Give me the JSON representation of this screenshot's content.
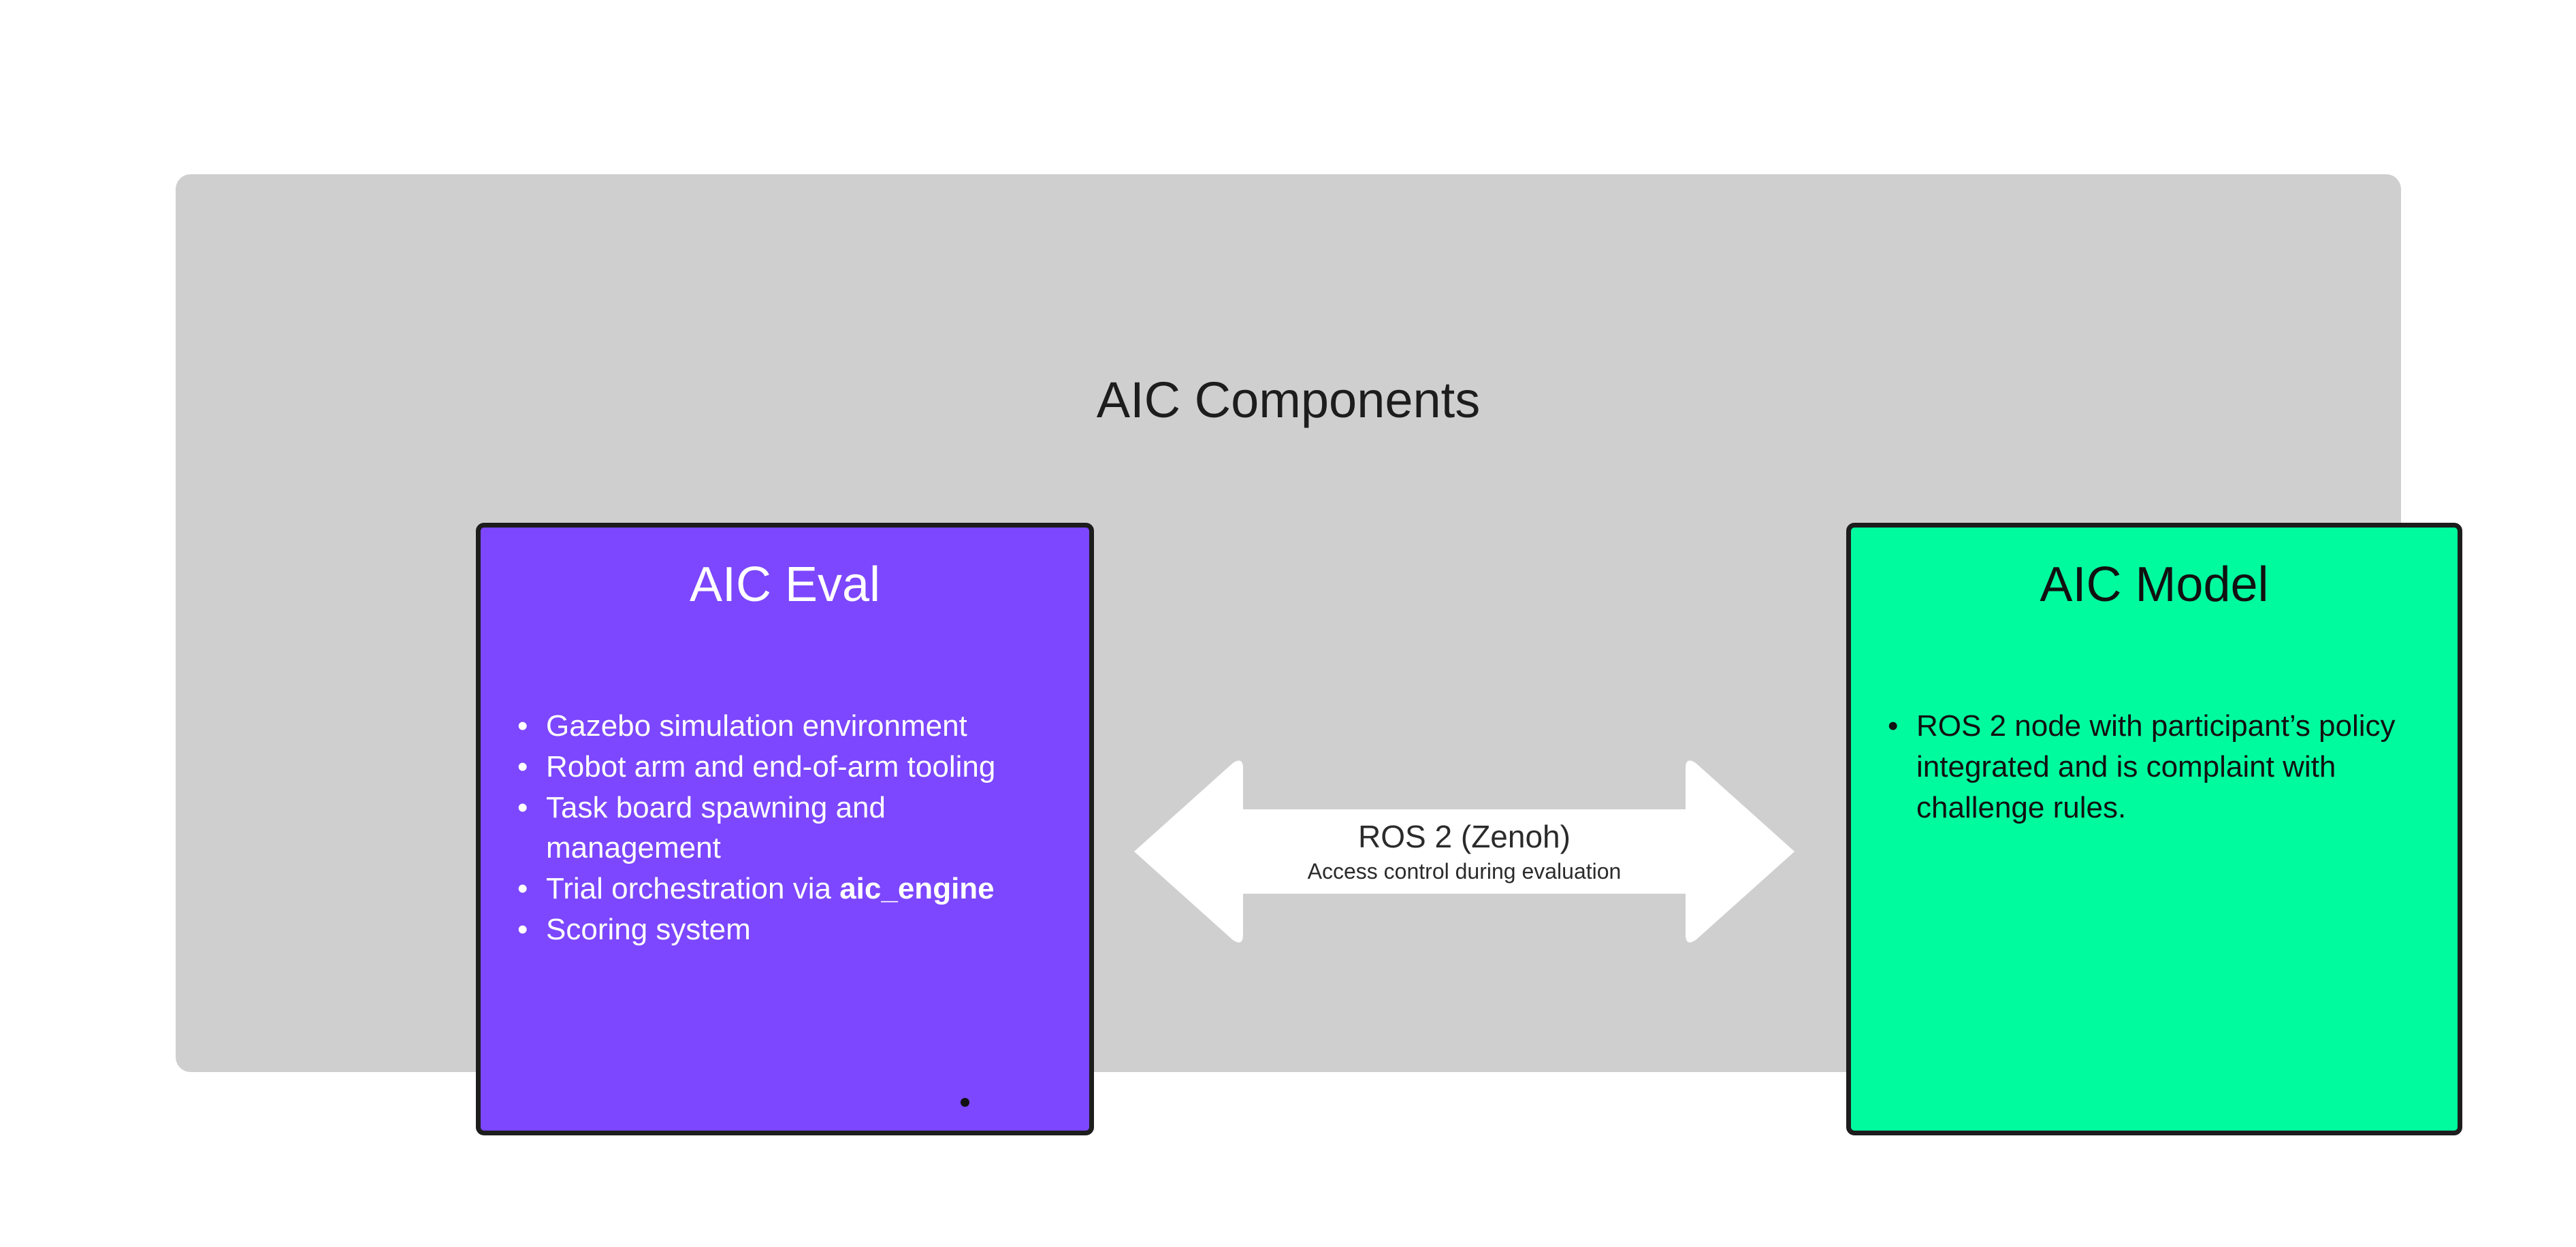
{
  "diagram": {
    "title": "AIC Components",
    "background_color": "#ffffff",
    "panel_color": "#cfcfcf",
    "border_color": "#1d1d1d"
  },
  "cards": {
    "eval": {
      "title": "AIC Eval",
      "fill_color": "#7c47fe",
      "text_color": "#ffffff",
      "bullets": [
        "Gazebo simulation environment",
        "Robot arm and end-of-arm tooling",
        "Task board spawning and management",
        "Trial orchestration via aic_engine",
        "Scoring system"
      ],
      "bullet_4_prefix": "Trial orchestration via ",
      "bullet_4_bold": "aic_engine"
    },
    "model": {
      "title": "AIC Model",
      "fill_color": "#00fb9f",
      "text_color": "#111111",
      "bullets": [
        "ROS 2 node with participant’s policy integrated and is complaint with challenge rules."
      ]
    }
  },
  "connector": {
    "icon": "double-headed-arrow",
    "fill_color": "#ffffff",
    "primary_label": "ROS 2 (Zenoh)",
    "secondary_label": "Access control during evaluation"
  }
}
